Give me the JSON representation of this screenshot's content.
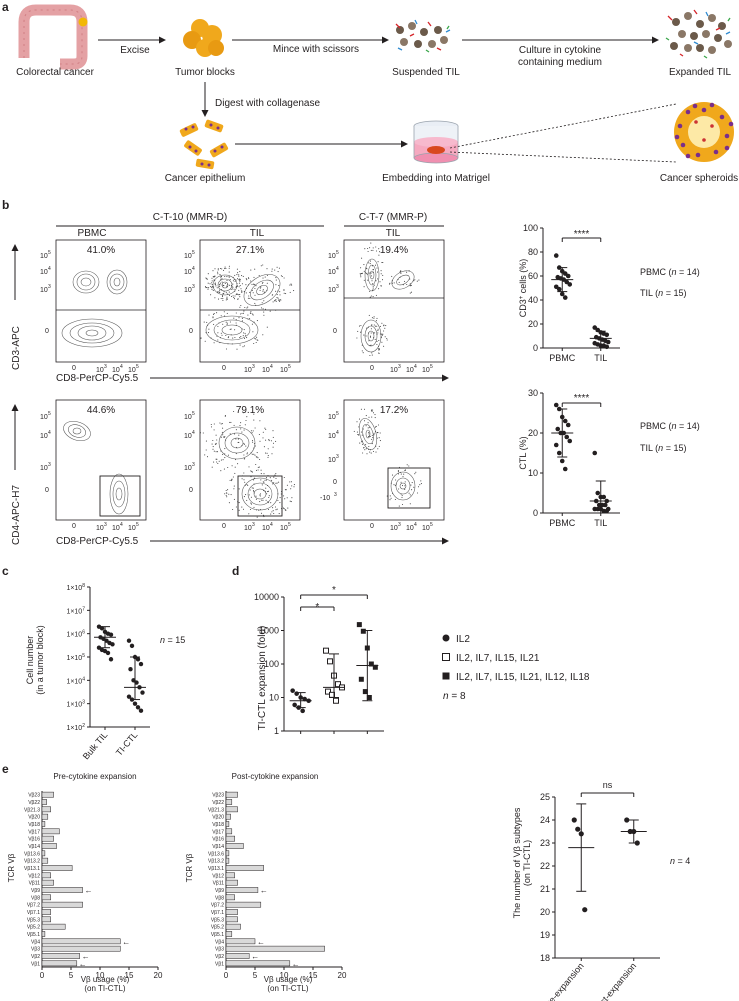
{
  "panels": {
    "a": "a",
    "b": "b",
    "c": "c",
    "d": "d",
    "e": "e"
  },
  "a": {
    "nodes": {
      "colorectal": "Colorectal cancer",
      "tumor_blocks": "Tumor blocks",
      "suspended_til": "Suspended TIL",
      "expanded_til": "Expanded TIL",
      "cancer_epithelium": "Cancer epithelium",
      "embedding": "Embedding into Matrigel",
      "spheroids": "Cancer spheroids"
    },
    "steps": {
      "excise": "Excise",
      "mince": "Mince with scissors",
      "culture1": "Culture in cytokine",
      "culture2": "containing medium",
      "digest": "Digest with collagenase"
    }
  },
  "b": {
    "group1": "C-T-10 (MMR-D)",
    "group2": "C-T-7 (MMR-P)",
    "columns": [
      "PBMC",
      "TIL",
      "TIL"
    ],
    "row1_pct": [
      "41.0%",
      "27.1%",
      "19.4%"
    ],
    "row2_pct": [
      "44.6%",
      "79.1%",
      "17.2%"
    ],
    "row1_ylabel": "CD3-APC",
    "row2_ylabel": "CD4-APC-H7",
    "xlabel": "CD8-PerCP-Cy5.5",
    "flow_ticks": {
      "pos": "0",
      "t3": "10",
      "t4": "10",
      "t5": "10",
      "e3": "3",
      "e4": "4",
      "e5": "5",
      "neg": "-10",
      "e3n": "3"
    },
    "legend": {
      "pbmc": "PBMC (",
      "til": "TIL (",
      "n": "n",
      "pbmc_n": " = 14)",
      "til_n": " = 15)"
    },
    "sig": "****",
    "cats": [
      "PBMC",
      "TIL"
    ]
  },
  "c": {
    "n_label": "n",
    "n_val": " = 15",
    "ylabel1": "Cell number",
    "ylabel2": "(in a tumor block)",
    "base": "1×10",
    "exps": [
      "2",
      "3",
      "4",
      "5",
      "6",
      "7",
      "8"
    ]
  },
  "d": {
    "ylabel": "TI-CTL expansion (fold)",
    "sig": "*",
    "legend": [
      "IL2",
      "IL2, IL7, IL15, IL21",
      "IL2, IL7, IL15, IL21, IL12, IL18"
    ],
    "n_label": "n",
    "n_val": " = 8"
  },
  "e": {
    "pre_title": "Pre-cytokine expansion",
    "post_title": "Post-cytokine expansion",
    "ylabel": "TCR Vβ",
    "xlabel1": "Vβ usage (%)",
    "xlabel2": "(on TI-CTL)",
    "arrow": "←",
    "n_label": "n",
    "n_val": " = 4",
    "right_ylabel1": "The number of Vβ subtypes",
    "right_ylabel2": "(on TI-CTL)",
    "ns": "ns"
  },
  "chart_data": [
    {
      "id": "b-top",
      "type": "scatter",
      "ylabel": "CD3+ cells (%)",
      "ylim": [
        0,
        100
      ],
      "yticks": [
        0,
        20,
        40,
        60,
        80,
        100
      ],
      "categories": [
        "PBMC",
        "TIL"
      ],
      "series": [
        {
          "name": "PBMC",
          "values": [
            77,
            67,
            64,
            62,
            60,
            59,
            58,
            57,
            55,
            53,
            51,
            49,
            45,
            42
          ],
          "mean": 57,
          "sd": 10
        },
        {
          "name": "TIL",
          "values": [
            17,
            15,
            13,
            12,
            11,
            9,
            8,
            7,
            6,
            5,
            4,
            3,
            2,
            2,
            1
          ],
          "mean": 8,
          "sd": 6
        }
      ]
    },
    {
      "id": "b-bottom",
      "type": "scatter",
      "ylabel": "CTL (%)",
      "ylim": [
        0,
        30
      ],
      "yticks": [
        0,
        10,
        20,
        30
      ],
      "categories": [
        "PBMC",
        "TIL"
      ],
      "series": [
        {
          "name": "PBMC",
          "values": [
            27,
            26,
            24,
            23,
            22,
            21,
            20,
            20,
            19,
            18,
            17,
            15,
            13,
            11
          ],
          "mean": 20,
          "sd": 6
        },
        {
          "name": "TIL",
          "values": [
            15,
            5,
            4,
            4,
            3,
            3,
            2,
            2,
            2,
            1,
            1,
            1,
            1,
            0.5,
            0.5
          ],
          "mean": 3,
          "sd": 5
        }
      ]
    },
    {
      "id": "c",
      "type": "scatter",
      "ylabel": "Cell number (in a tumor block)",
      "yscale": "log",
      "ylim": [
        100,
        100000000
      ],
      "categories": [
        "Bulk TIL",
        "TI-CTL"
      ],
      "series": [
        {
          "name": "Bulk TIL",
          "values": [
            2000000,
            1700000,
            1200000,
            1000000,
            900000,
            700000,
            600000,
            500000,
            400000,
            350000,
            250000,
            200000,
            180000,
            150000,
            80000
          ],
          "mean": 700000,
          "err": [
            250000,
            2000000
          ]
        },
        {
          "name": "TI-CTL",
          "values": [
            500000,
            300000,
            100000,
            80000,
            50000,
            30000,
            10000,
            8000,
            5000,
            3000,
            2000,
            1500,
            1000,
            700,
            500
          ],
          "mean": 5000,
          "err": [
            1500,
            100000
          ]
        }
      ]
    },
    {
      "id": "d",
      "type": "scatter",
      "ylabel": "TI-CTL expansion (fold)",
      "yscale": "log",
      "ylim": [
        1,
        10000
      ],
      "yticks": [
        1,
        10,
        100,
        1000,
        10000
      ],
      "categories": [
        "IL2",
        "IL2, IL7, IL15, IL21",
        "IL2, IL7, IL15, IL21, IL12, IL18"
      ],
      "series": [
        {
          "name": "IL2",
          "values": [
            16,
            13,
            10,
            9,
            8,
            6,
            5,
            4
          ],
          "mean": 8,
          "err": [
            5,
            14
          ]
        },
        {
          "name": "IL2, IL7, IL15, IL21",
          "values": [
            250,
            120,
            45,
            25,
            20,
            15,
            12,
            8
          ],
          "mean": 20,
          "err": [
            10,
            200
          ]
        },
        {
          "name": "IL2, IL7, IL15, IL21, IL12, IL18",
          "values": [
            1500,
            950,
            300,
            100,
            80,
            35,
            15,
            10
          ],
          "mean": 90,
          "err": [
            8,
            1000
          ]
        }
      ]
    },
    {
      "id": "e-pre",
      "type": "bar",
      "orientation": "horizontal",
      "title": "Pre-cytokine expansion",
      "xlabel": "Vβ usage (%) (on TI-CTL)",
      "ylabel": "TCR Vβ",
      "xlim": [
        0,
        20
      ],
      "xticks": [
        0,
        5,
        10,
        15,
        20
      ],
      "categories": [
        "Vβ23",
        "Vβ22",
        "Vβ21.3",
        "Vβ20",
        "Vβ18",
        "Vβ17",
        "Vβ16",
        "Vβ14",
        "Vβ13.6",
        "Vβ13.2",
        "Vβ13.1",
        "Vβ12",
        "Vβ11",
        "Vβ9",
        "Vβ8",
        "Vβ7.2",
        "Vβ7.1",
        "Vβ5.3",
        "Vβ5.2",
        "Vβ5.1",
        "Vβ4",
        "Vβ3",
        "Vβ2",
        "Vβ1"
      ],
      "values": [
        2,
        0.8,
        1.5,
        1,
        0.5,
        3,
        2,
        2.5,
        0.5,
        1,
        5.2,
        1.5,
        2,
        7,
        1.5,
        7,
        1.5,
        1.5,
        4,
        0.5,
        13.5,
        13.5,
        6.5,
        6
      ],
      "highlighted": [
        "Vβ9",
        "Vβ4",
        "Vβ2",
        "Vβ1"
      ]
    },
    {
      "id": "e-post",
      "type": "bar",
      "orientation": "horizontal",
      "title": "Post-cytokine expansion",
      "xlabel": "Vβ usage (%) (on TI-CTL)",
      "ylabel": "TCR Vβ",
      "xlim": [
        0,
        20
      ],
      "xticks": [
        0,
        5,
        10,
        15,
        20
      ],
      "categories": [
        "Vβ23",
        "Vβ22",
        "Vβ21.3",
        "Vβ20",
        "Vβ18",
        "Vβ17",
        "Vβ16",
        "Vβ14",
        "Vβ13.6",
        "Vβ13.2",
        "Vβ13.1",
        "Vβ12",
        "Vβ11",
        "Vβ9",
        "Vβ8",
        "Vβ7.2",
        "Vβ7.1",
        "Vβ5.3",
        "Vβ5.2",
        "Vβ5.1",
        "Vβ4",
        "Vβ3",
        "Vβ2",
        "Vβ1"
      ],
      "values": [
        2,
        1,
        2,
        0.8,
        0.5,
        1,
        1.5,
        3,
        0.5,
        0.5,
        6.5,
        1.5,
        2,
        5.5,
        1.5,
        6,
        2,
        2,
        2.5,
        1,
        5,
        17,
        4,
        11
      ],
      "highlighted": [
        "Vβ9",
        "Vβ4",
        "Vβ2",
        "Vβ1"
      ]
    },
    {
      "id": "e-right",
      "type": "scatter",
      "ylabel": "The number of Vβ subtypes (on TI-CTL)",
      "ylim": [
        18,
        25
      ],
      "yticks": [
        18,
        19,
        20,
        21,
        22,
        23,
        24,
        25
      ],
      "categories": [
        "Pre-expansion",
        "Post-expansion"
      ],
      "series": [
        {
          "name": "Pre-expansion",
          "values": [
            24,
            23.6,
            23.4,
            20.1
          ],
          "mean": 22.8,
          "sd": 1.9
        },
        {
          "name": "Post-expansion",
          "values": [
            24,
            23.5,
            23.5,
            23
          ],
          "mean": 23.5,
          "sd": 0.5
        }
      ]
    }
  ]
}
